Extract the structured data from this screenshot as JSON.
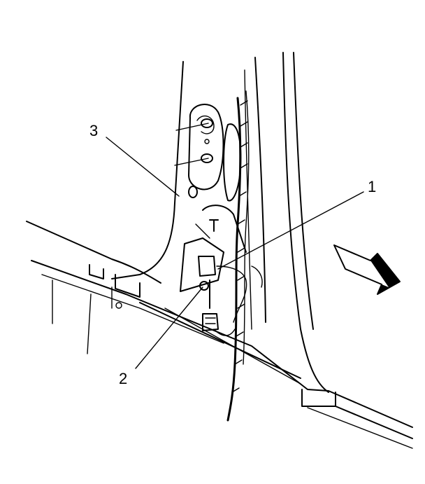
{
  "callouts": [
    {
      "id": "1",
      "label": "1"
    },
    {
      "id": "2",
      "label": "2"
    },
    {
      "id": "3",
      "label": "3"
    }
  ],
  "direction_arrow": {
    "icon": "forward-direction-arrow-icon"
  },
  "colors": {
    "line": "#000000",
    "background": "#ffffff"
  }
}
